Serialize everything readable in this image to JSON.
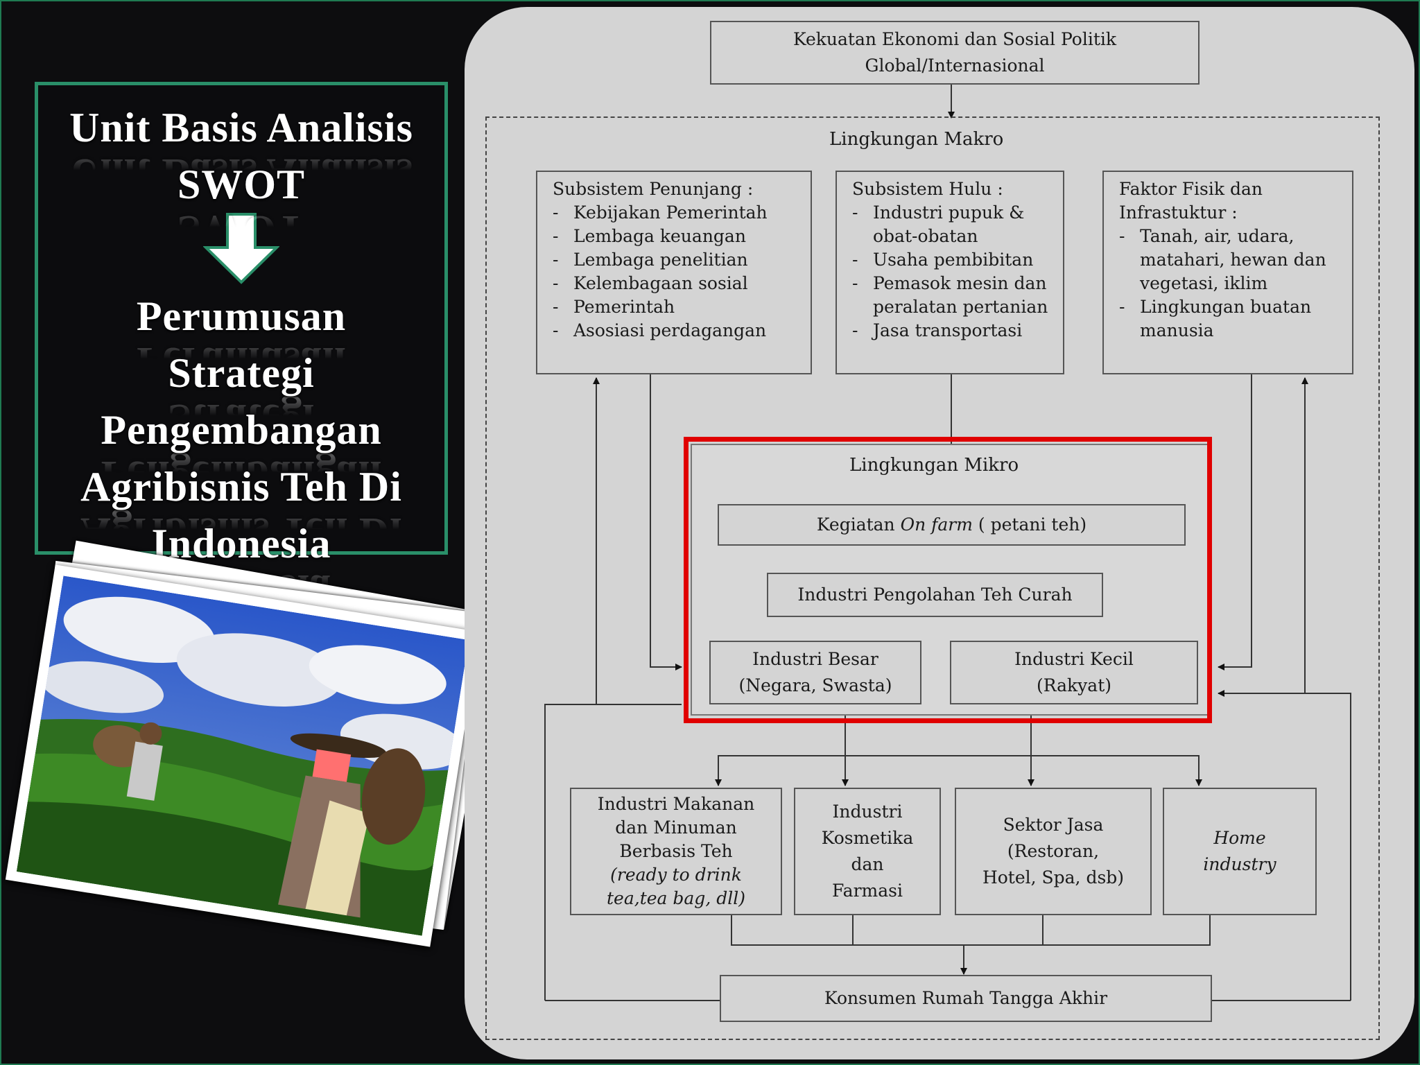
{
  "title": {
    "line1": "Unit Basis Analisis",
    "line2": "SWOT",
    "line3": "Perumusan",
    "line4": "Strategi",
    "line5": "Pengembangan",
    "line6": "Agribisnis Teh Di",
    "line7": "Indonesia"
  },
  "diagram": {
    "global": [
      "Kekuatan Ekonomi dan Sosial Politik",
      "Global/Internasional"
    ],
    "makro_label": "Lingkungan  Makro",
    "penunjang": {
      "title": "Subsistem Penunjang :",
      "items": [
        "Kebijakan Pemerintah",
        "Lembaga keuangan",
        "Lembaga penelitian",
        "Kelembagaan sosial",
        "Pemerintah",
        "Asosiasi perdagangan"
      ]
    },
    "hulu": {
      "title": "Subsistem Hulu :",
      "items": [
        "Industri pupuk  & obat-obatan",
        "Usaha pembibitan",
        "Pemasok mesin dan peralatan pertanian",
        "Jasa transportasi"
      ]
    },
    "fisik": {
      "title": "Faktor Fisik  dan Infrastuktur :",
      "items": [
        "Tanah, air, udara, matahari, hewan dan vegetasi, iklim",
        "Lingkungan  buatan manusia"
      ]
    },
    "mikro_label": "Lingkungan  Mikro",
    "on_farm": {
      "pre": "Kegiatan ",
      "italic": "On farm",
      "post": " ( petani teh)"
    },
    "pengolahan": "Industri  Pengolahan  Teh Curah",
    "besar": [
      "Industri  Besar",
      "(Negara, Swasta)"
    ],
    "kecil": [
      "Industri  Kecil",
      "(Rakyat)"
    ],
    "makanan": [
      "Industri Makanan",
      "dan Minuman",
      "Berbasis Teh",
      "(ready to drink",
      "tea,tea bag, dll)"
    ],
    "kosmetika": [
      "Industri",
      "Kosmetika",
      "dan",
      "Farmasi"
    ],
    "jasa": [
      "Sektor Jasa",
      "(Restoran,",
      "Hotel, Spa, dsb)"
    ],
    "home": [
      "Home",
      "industry"
    ],
    "konsumen": "Konsumen Rumah Tangga Akhir"
  }
}
